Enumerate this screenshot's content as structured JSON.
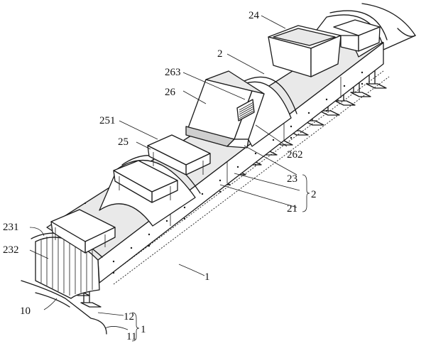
{
  "labels": {
    "l24": "24",
    "l2_top": "2",
    "l263": "263",
    "l26": "26",
    "l251": "251",
    "l25": "25",
    "l262": "262",
    "l23": "23",
    "l2_brace": "2",
    "l21": "21",
    "l231": "231",
    "l232": "232",
    "l1_mid": "1",
    "l10": "10",
    "l12": "12",
    "l11": "11",
    "l1_brace": "1"
  }
}
